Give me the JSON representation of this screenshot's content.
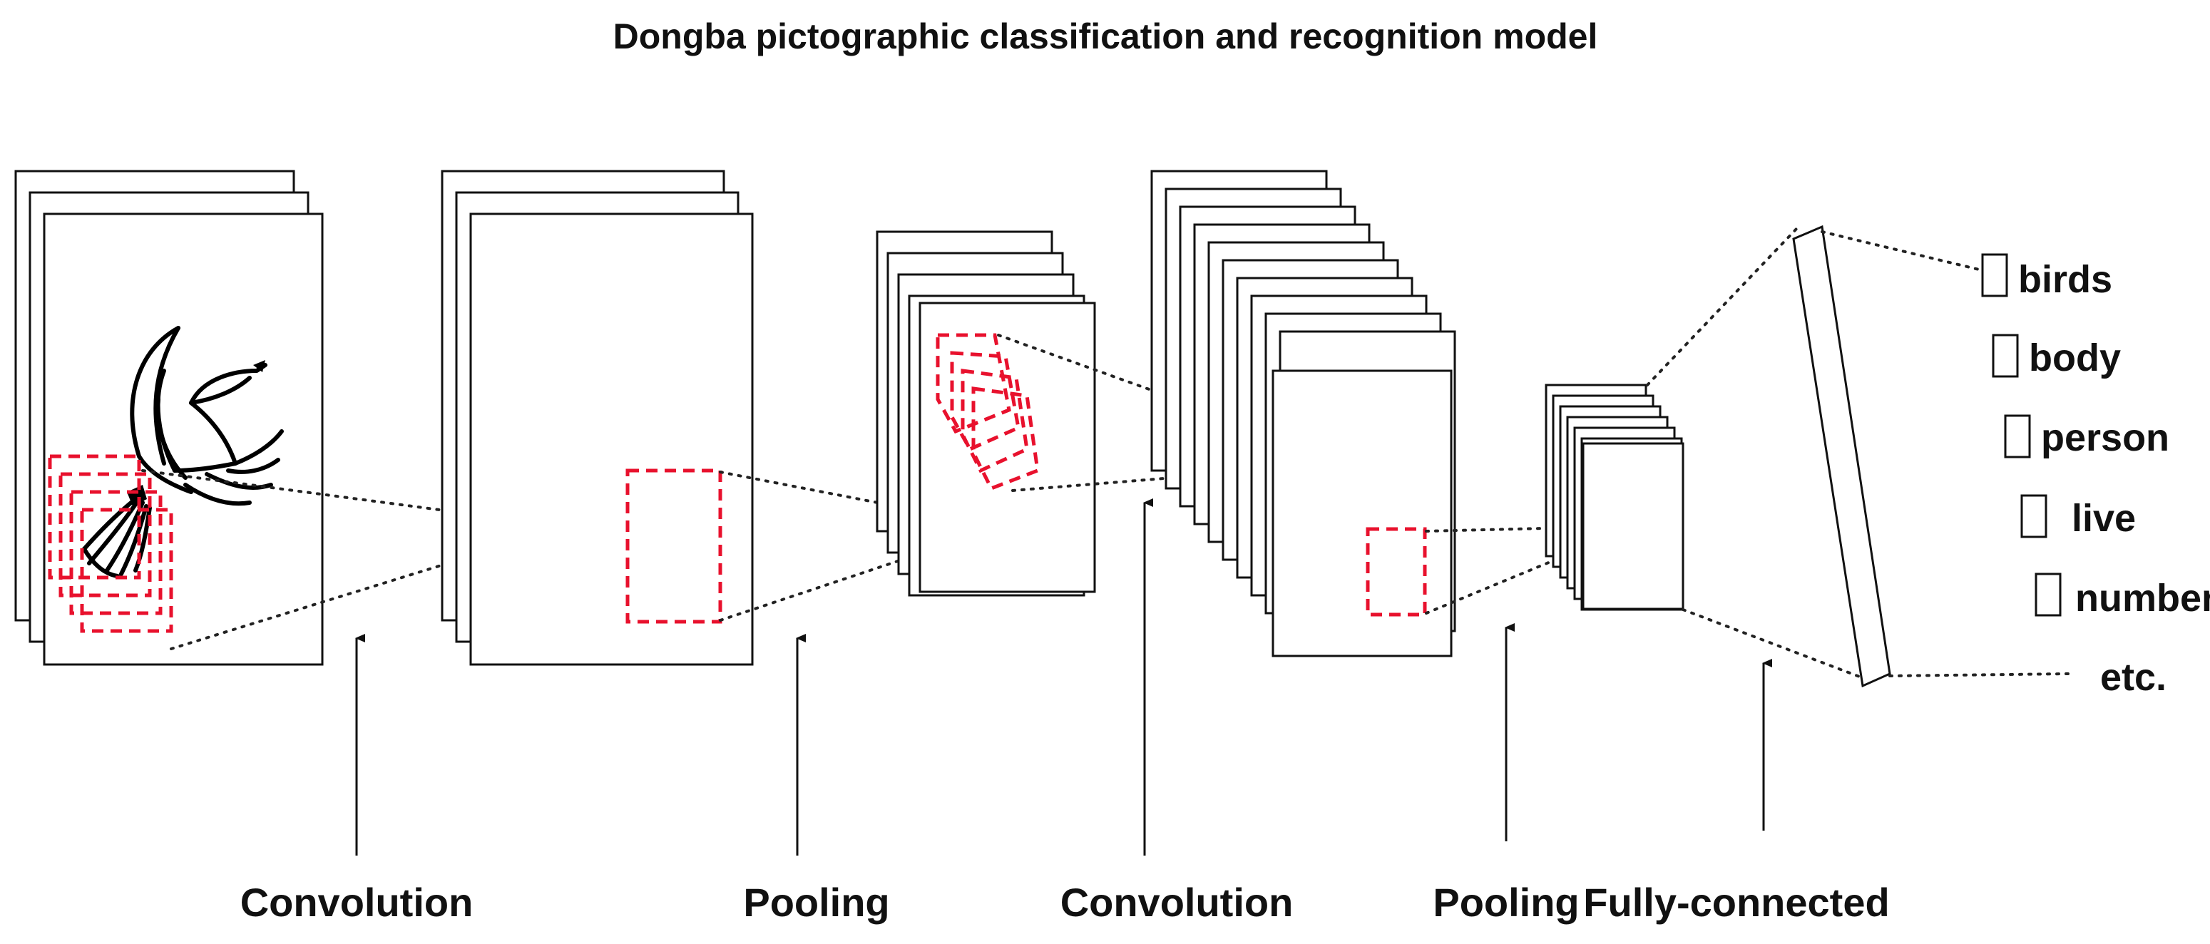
{
  "title": "Dongba pictographic classification and recognition model",
  "stages": {
    "conv1": "Convolution",
    "pool1": "Pooling",
    "conv2": "Convolution",
    "pool2": "Pooling",
    "fc": "Fully-connected"
  },
  "outputs": [
    "birds",
    "body",
    "person",
    "live",
    "number",
    "etc."
  ],
  "colors": {
    "receptive_field": "#e8112d",
    "lines": "#111111"
  }
}
